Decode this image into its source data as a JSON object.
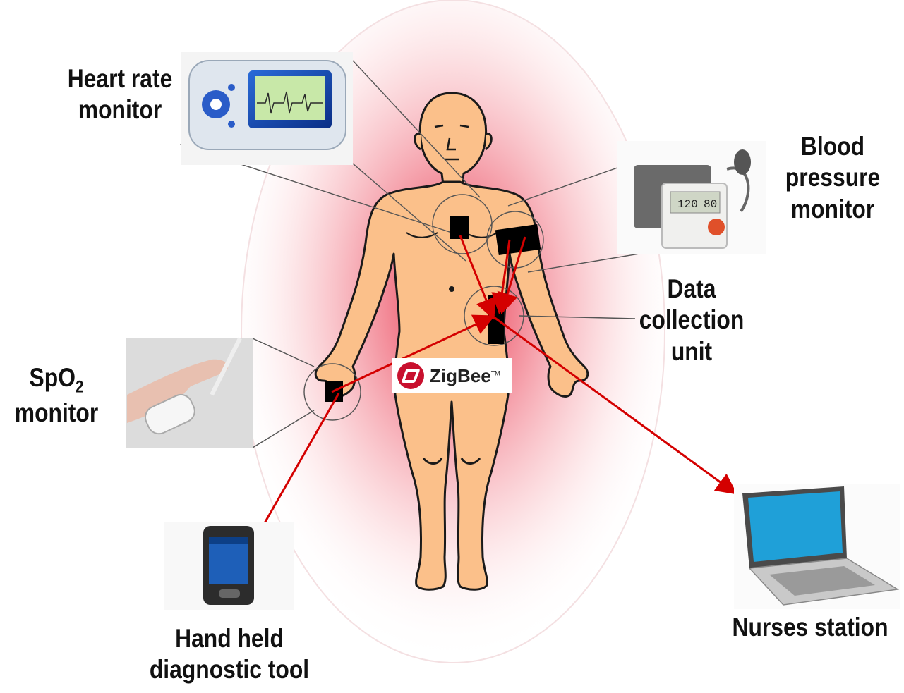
{
  "labels": {
    "heart_rate_line1": "Heart rate",
    "heart_rate_line2": "monitor",
    "blood_pressure_line1": "Blood",
    "blood_pressure_line2": "pressure",
    "blood_pressure_line3": "monitor",
    "data_collection_line1": "Data",
    "data_collection_line2": "collection",
    "data_collection_line3": "unit",
    "spo2_main": "SpO",
    "spo2_sub": "2",
    "spo2_line2": "monitor",
    "handheld_line1": "Hand held",
    "handheld_line2": "diagnostic tool",
    "nurses_station": "Nurses station"
  },
  "zigbee": {
    "text": "ZigBee",
    "tm": "TM"
  },
  "bp_display": {
    "sys": "120",
    "dia": "80"
  },
  "colors": {
    "skin": "#fbc08a",
    "outline": "#1a1a1a",
    "arrow": "#d40000",
    "glow": "#f08090",
    "sensor": "#000000"
  }
}
